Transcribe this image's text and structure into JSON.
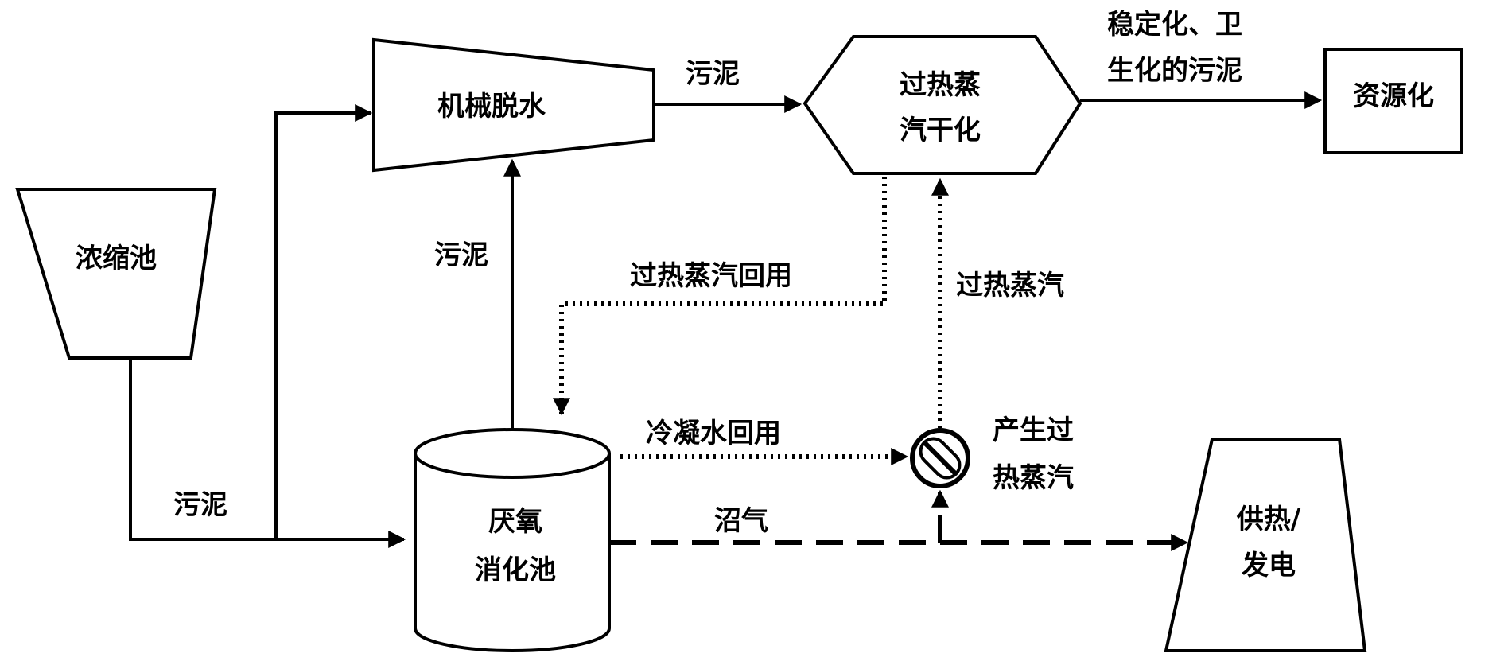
{
  "nodes": {
    "thickener": "浓缩池",
    "dewatering": "机械脱水",
    "dryer_line1": "过热蒸",
    "dryer_line2": "汽干化",
    "reuse": "资源化",
    "digester_line1": "厌氧",
    "digester_line2": "消化池",
    "power_line1": "供热/",
    "power_line2": "发电",
    "steam_gen_line1": "产生过",
    "steam_gen_line2": "热蒸汽"
  },
  "edges": {
    "thickener_to_split": "污泥",
    "digester_to_dewatering": "污泥",
    "dewatering_to_dryer": "污泥",
    "dryer_to_reuse_line1": "稳定化、卫",
    "dryer_to_reuse_line2": "生化的污泥",
    "steam_return": "过热蒸汽回用",
    "steam_supply": "过热蒸汽",
    "condensate_return": "冷凝水回用",
    "biogas": "沼气"
  }
}
